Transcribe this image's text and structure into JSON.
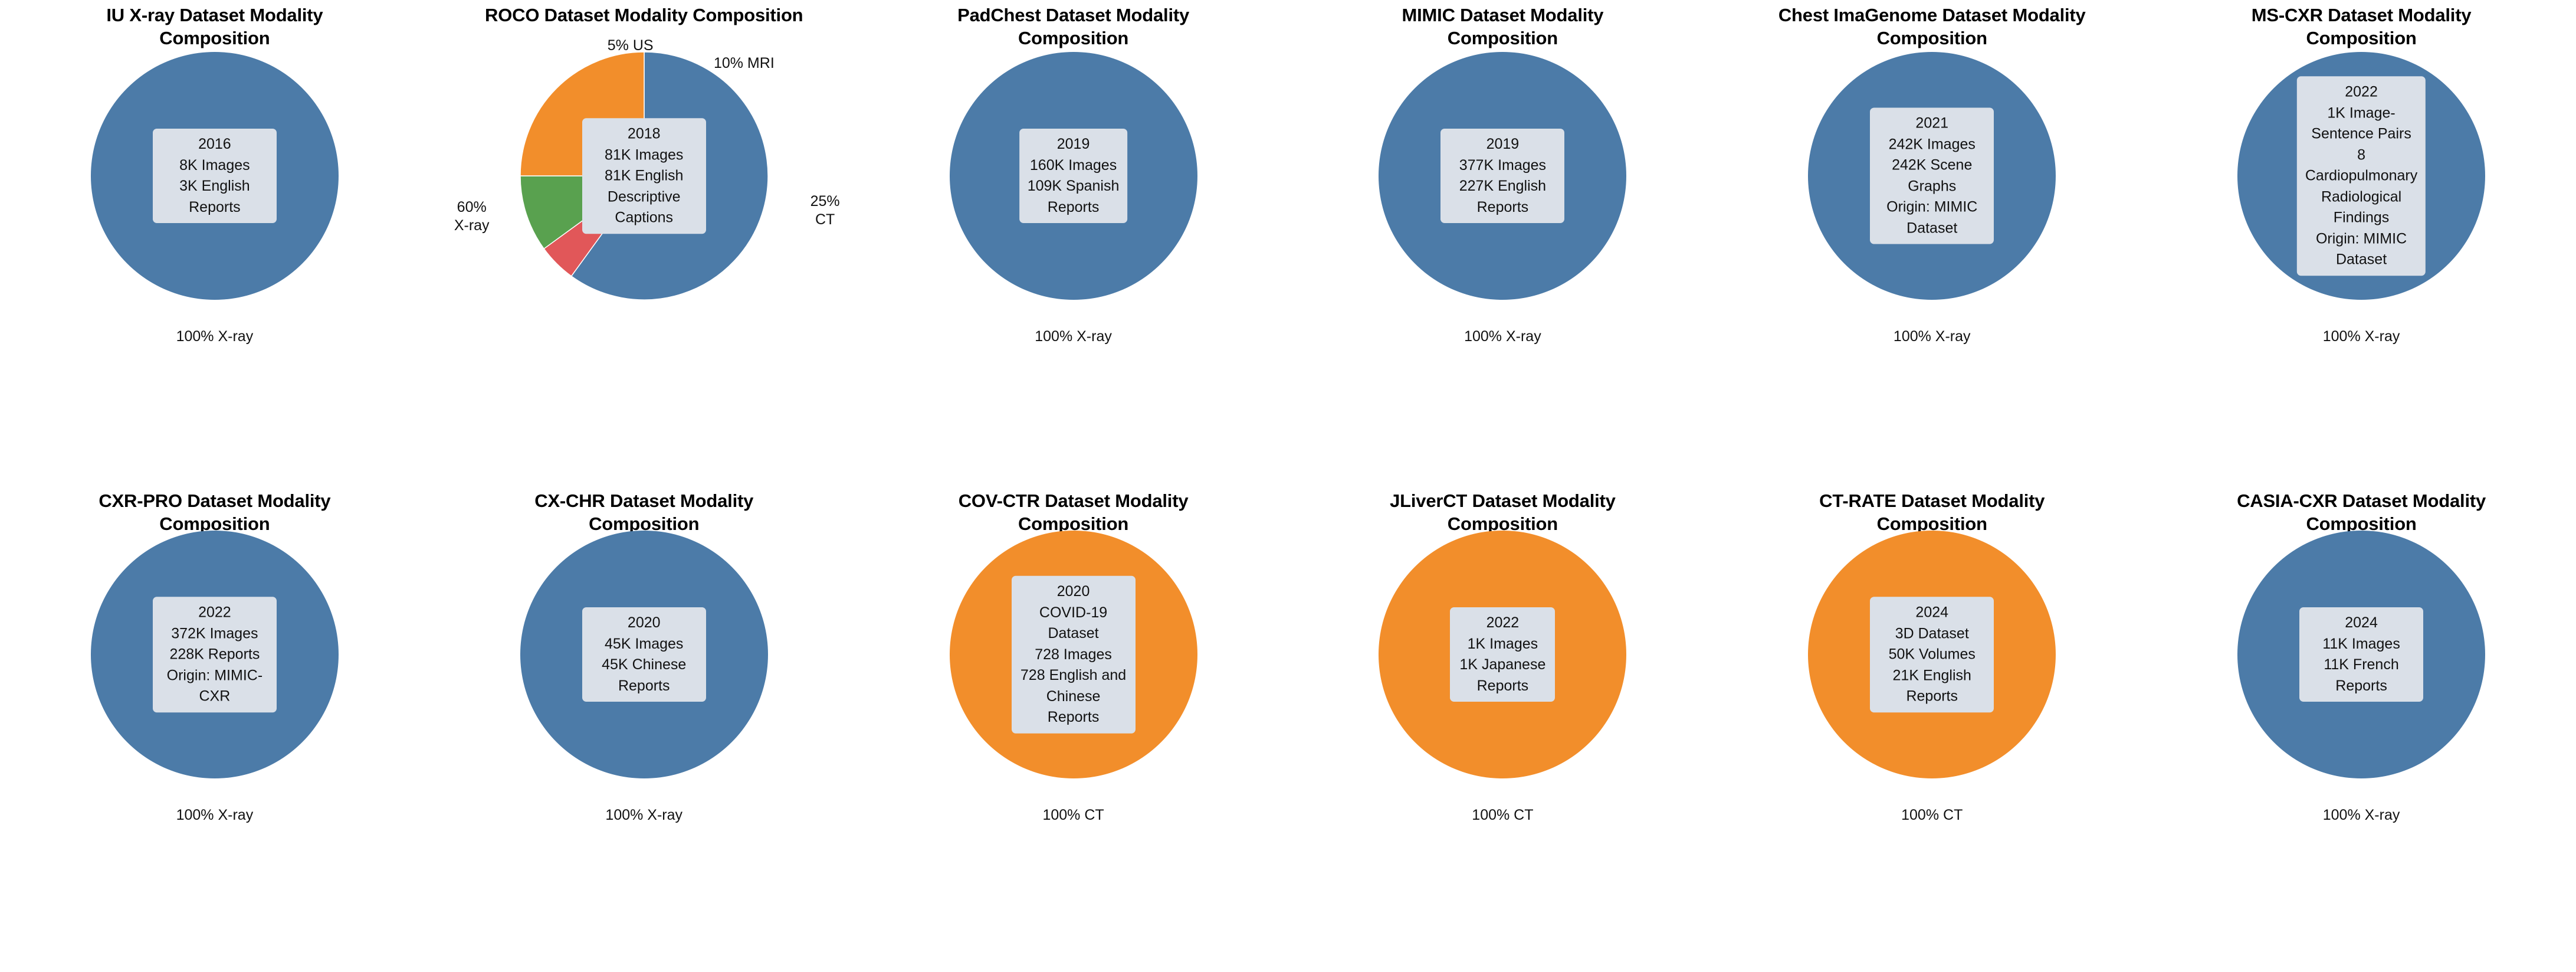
{
  "figure": {
    "colors": {
      "xray_blue": "#4c7ba8",
      "ct_orange": "#f28e2b",
      "mri_green": "#59a14f",
      "us_red": "#e15759",
      "label_box_bg": "#dae0e8",
      "text": "#111111",
      "background": "#ffffff"
    },
    "rows": 2,
    "columns": 6
  },
  "chart_data": [
    {
      "type": "pie",
      "title": "IU X-ray Dataset Modality\nComposition",
      "categories": [
        "X-ray"
      ],
      "values": [
        100
      ],
      "slice_colors": [
        "#4c7ba8"
      ],
      "slice_labels": [
        "100% X-ray"
      ],
      "label_positions": [
        "bottom"
      ],
      "center_text": "2016\n8K Images\n3K English Reports",
      "center_lines": [
        "2016",
        "8K Images",
        "3K English Reports"
      ]
    },
    {
      "type": "pie",
      "title": "ROCO Dataset Modality Composition",
      "categories": [
        "X-ray",
        "US",
        "MRI",
        "CT"
      ],
      "values": [
        60,
        5,
        10,
        25
      ],
      "slice_colors": [
        "#4c7ba8",
        "#e15759",
        "#59a14f",
        "#f28e2b"
      ],
      "slice_labels": [
        "60%\nX-ray",
        "5% US",
        "10% MRI",
        "25%\nCT"
      ],
      "label_positions": [
        "left",
        "top",
        "top-right",
        "right"
      ],
      "center_text": "2018\n81K Images\n81K English\nDescriptive Captions",
      "center_lines": [
        "2018",
        "81K Images",
        "81K English",
        "Descriptive Captions"
      ]
    },
    {
      "type": "pie",
      "title": "PadChest Dataset Modality\nComposition",
      "categories": [
        "X-ray"
      ],
      "values": [
        100
      ],
      "slice_colors": [
        "#4c7ba8"
      ],
      "slice_labels": [
        "100% X-ray"
      ],
      "label_positions": [
        "bottom"
      ],
      "center_text": "2019\n160K Images\n109K Spanish\nReports",
      "center_lines": [
        "2019",
        "160K Images",
        "109K Spanish",
        "Reports"
      ]
    },
    {
      "type": "pie",
      "title": "MIMIC Dataset Modality\nComposition",
      "categories": [
        "X-ray"
      ],
      "values": [
        100
      ],
      "slice_colors": [
        "#4c7ba8"
      ],
      "slice_labels": [
        "100% X-ray"
      ],
      "label_positions": [
        "bottom"
      ],
      "center_text": "2019\n377K Images\n227K English Reports",
      "center_lines": [
        "2019",
        "377K Images",
        "227K English Reports"
      ]
    },
    {
      "type": "pie",
      "title": "Chest ImaGenome Dataset Modality\nComposition",
      "categories": [
        "X-ray"
      ],
      "values": [
        100
      ],
      "slice_colors": [
        "#4c7ba8"
      ],
      "slice_labels": [
        "100% X-ray"
      ],
      "label_positions": [
        "bottom"
      ],
      "center_text": "2021\n242K Images\n242K Scene Graphs\nOrigin: MIMIC Dataset",
      "center_lines": [
        "2021",
        "242K Images",
        "242K Scene Graphs",
        "Origin: MIMIC Dataset"
      ]
    },
    {
      "type": "pie",
      "title": "MS-CXR Dataset Modality\nComposition",
      "categories": [
        "X-ray"
      ],
      "values": [
        100
      ],
      "slice_colors": [
        "#4c7ba8"
      ],
      "slice_labels": [
        "100% X-ray"
      ],
      "label_positions": [
        "bottom"
      ],
      "center_text": "2022\n1K Image-Sentence Pairs\n8 Cardiopulmonary\nRadiological Findings\nOrigin: MIMIC Dataset",
      "center_lines": [
        "2022",
        "1K Image-Sentence Pairs",
        "8 Cardiopulmonary",
        "Radiological Findings",
        "Origin: MIMIC Dataset"
      ]
    },
    {
      "type": "pie",
      "title": "CXR-PRO Dataset Modality\nComposition",
      "categories": [
        "X-ray"
      ],
      "values": [
        100
      ],
      "slice_colors": [
        "#4c7ba8"
      ],
      "slice_labels": [
        "100% X-ray"
      ],
      "label_positions": [
        "bottom"
      ],
      "center_text": "2022\n372K Images\n228K Reports\nOrigin: MIMIC-CXR",
      "center_lines": [
        "2022",
        "372K Images",
        "228K Reports",
        "Origin: MIMIC-CXR"
      ]
    },
    {
      "type": "pie",
      "title": "CX-CHR Dataset Modality\nComposition",
      "categories": [
        "X-ray"
      ],
      "values": [
        100
      ],
      "slice_colors": [
        "#4c7ba8"
      ],
      "slice_labels": [
        "100% X-ray"
      ],
      "label_positions": [
        "bottom"
      ],
      "center_text": "2020\n45K Images\n45K Chinese Reports",
      "center_lines": [
        "2020",
        "45K Images",
        "45K Chinese Reports"
      ]
    },
    {
      "type": "pie",
      "title": "COV-CTR Dataset Modality\nComposition",
      "categories": [
        "CT"
      ],
      "values": [
        100
      ],
      "slice_colors": [
        "#f28e2b"
      ],
      "slice_labels": [
        "100% CT"
      ],
      "label_positions": [
        "bottom"
      ],
      "center_text": "2020\nCOVID-19 Dataset\n728 Images\n728 English and\nChinese Reports",
      "center_lines": [
        "2020",
        "COVID-19 Dataset",
        "728 Images",
        "728 English and",
        "Chinese Reports"
      ]
    },
    {
      "type": "pie",
      "title": "JLiverCT Dataset Modality\nComposition",
      "categories": [
        "CT"
      ],
      "values": [
        100
      ],
      "slice_colors": [
        "#f28e2b"
      ],
      "slice_labels": [
        "100% CT"
      ],
      "label_positions": [
        "bottom"
      ],
      "center_text": "2022\n1K Images\n1K Japanese\nReports",
      "center_lines": [
        "2022",
        "1K Images",
        "1K Japanese",
        "Reports"
      ]
    },
    {
      "type": "pie",
      "title": "CT-RATE Dataset Modality\nComposition",
      "categories": [
        "CT"
      ],
      "values": [
        100
      ],
      "slice_colors": [
        "#f28e2b"
      ],
      "slice_labels": [
        "100% CT"
      ],
      "label_positions": [
        "bottom"
      ],
      "center_text": "2024\n3D Dataset\n50K Volumes\n21K English Reports",
      "center_lines": [
        "2024",
        "3D Dataset",
        "50K Volumes",
        "21K English Reports"
      ]
    },
    {
      "type": "pie",
      "title": "CASIA-CXR Dataset Modality\nComposition",
      "categories": [
        "X-ray"
      ],
      "values": [
        100
      ],
      "slice_colors": [
        "#4c7ba8"
      ],
      "slice_labels": [
        "100% X-ray"
      ],
      "label_positions": [
        "bottom"
      ],
      "center_text": "2024\n11K Images\n11K French Reports",
      "center_lines": [
        "2024",
        "11K Images",
        "11K French Reports"
      ]
    }
  ]
}
